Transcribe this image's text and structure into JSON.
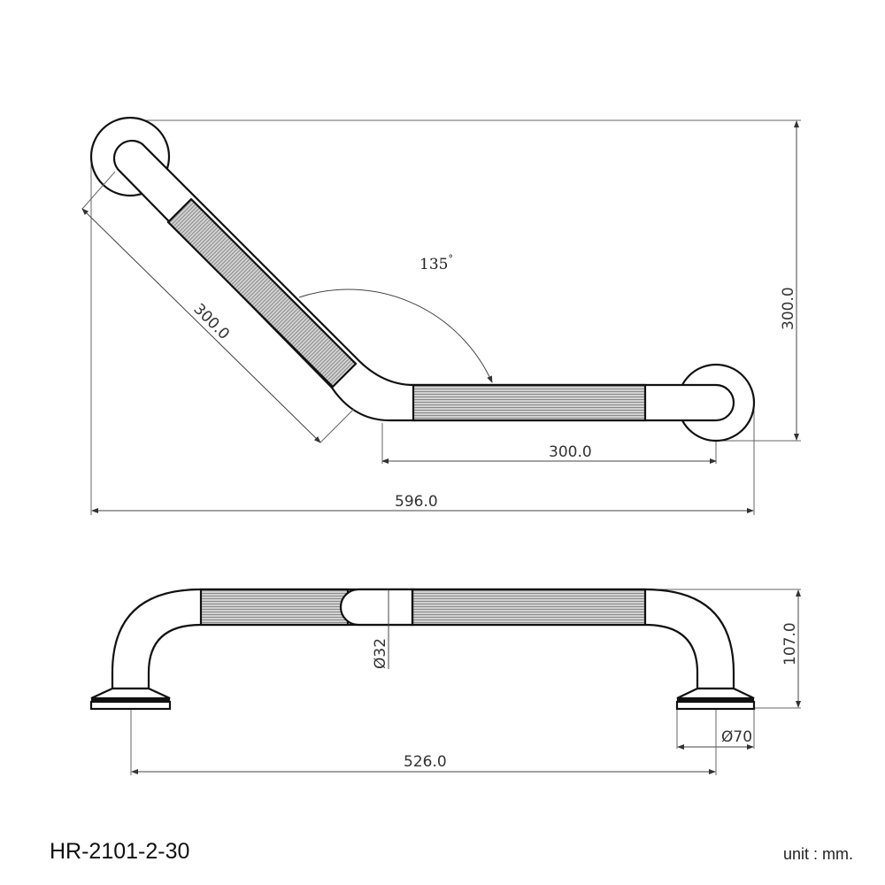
{
  "drawing": {
    "model_code": "HR-2101-2-30",
    "unit_label": "unit : mm.",
    "top_view": {
      "angle_label": "135",
      "angle_degree_symbol": "°",
      "diagonal_length": "300.0",
      "horizontal_length": "300.0",
      "overall_height": "300.0",
      "overall_width": "596.0"
    },
    "front_view": {
      "tube_diameter": "Ø32",
      "base_diameter": "Ø70",
      "projection_height": "107.0",
      "center_distance": "526.0"
    },
    "colors": {
      "line": "#111111",
      "dimension": "#444444",
      "grip_fill": "#b8b8b8",
      "background": "#ffffff"
    }
  }
}
